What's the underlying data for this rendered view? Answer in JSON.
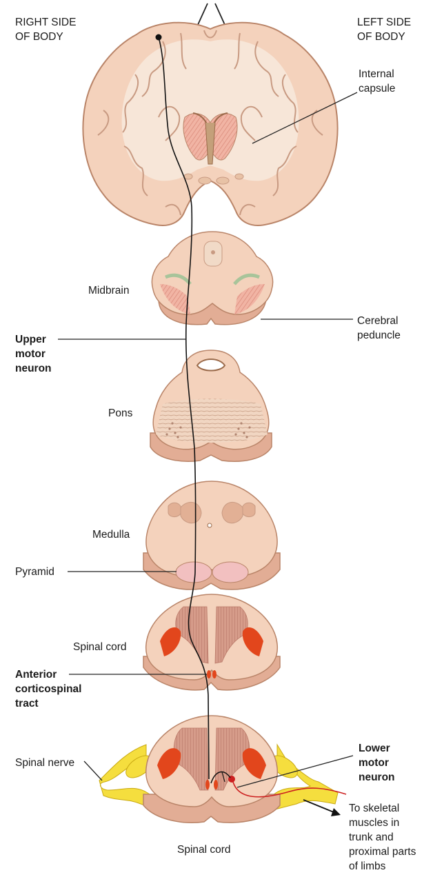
{
  "labels": {
    "right_side": "RIGHT SIDE\nOF BODY",
    "left_side": "LEFT SIDE\nOF BODY",
    "internal_capsule": "Internal\ncapsule",
    "midbrain": "Midbrain",
    "cerebral_peduncle": "Cerebral\npeduncle",
    "upper_motor_neuron": "Upper\nmotor\nneuron",
    "pons": "Pons",
    "medulla": "Medulla",
    "pyramid": "Pyramid",
    "spinal_cord_upper": "Spinal cord",
    "anterior_corticospinal_tract": "Anterior\ncorticospinal\ntract",
    "spinal_nerve": "Spinal nerve",
    "lower_motor_neuron": "Lower\nmotor\nneuron",
    "to_skeletal_muscles": "To skeletal\nmuscles in\ntrunk and\nproximal parts\nof limbs",
    "spinal_cord_lower": "Spinal cord"
  },
  "colors": {
    "tissue": "#f4d2bc",
    "tissue_edge": "#b98468",
    "tissue_side": "#e2ad95",
    "white_matter": "#f7e6d8",
    "gray_matter": "#dba487",
    "tract_red": "#e2461c",
    "nerve_yellow": "#f5de3e",
    "neuron_line": "#111111",
    "lower_neuron": "#cc1f1f"
  }
}
